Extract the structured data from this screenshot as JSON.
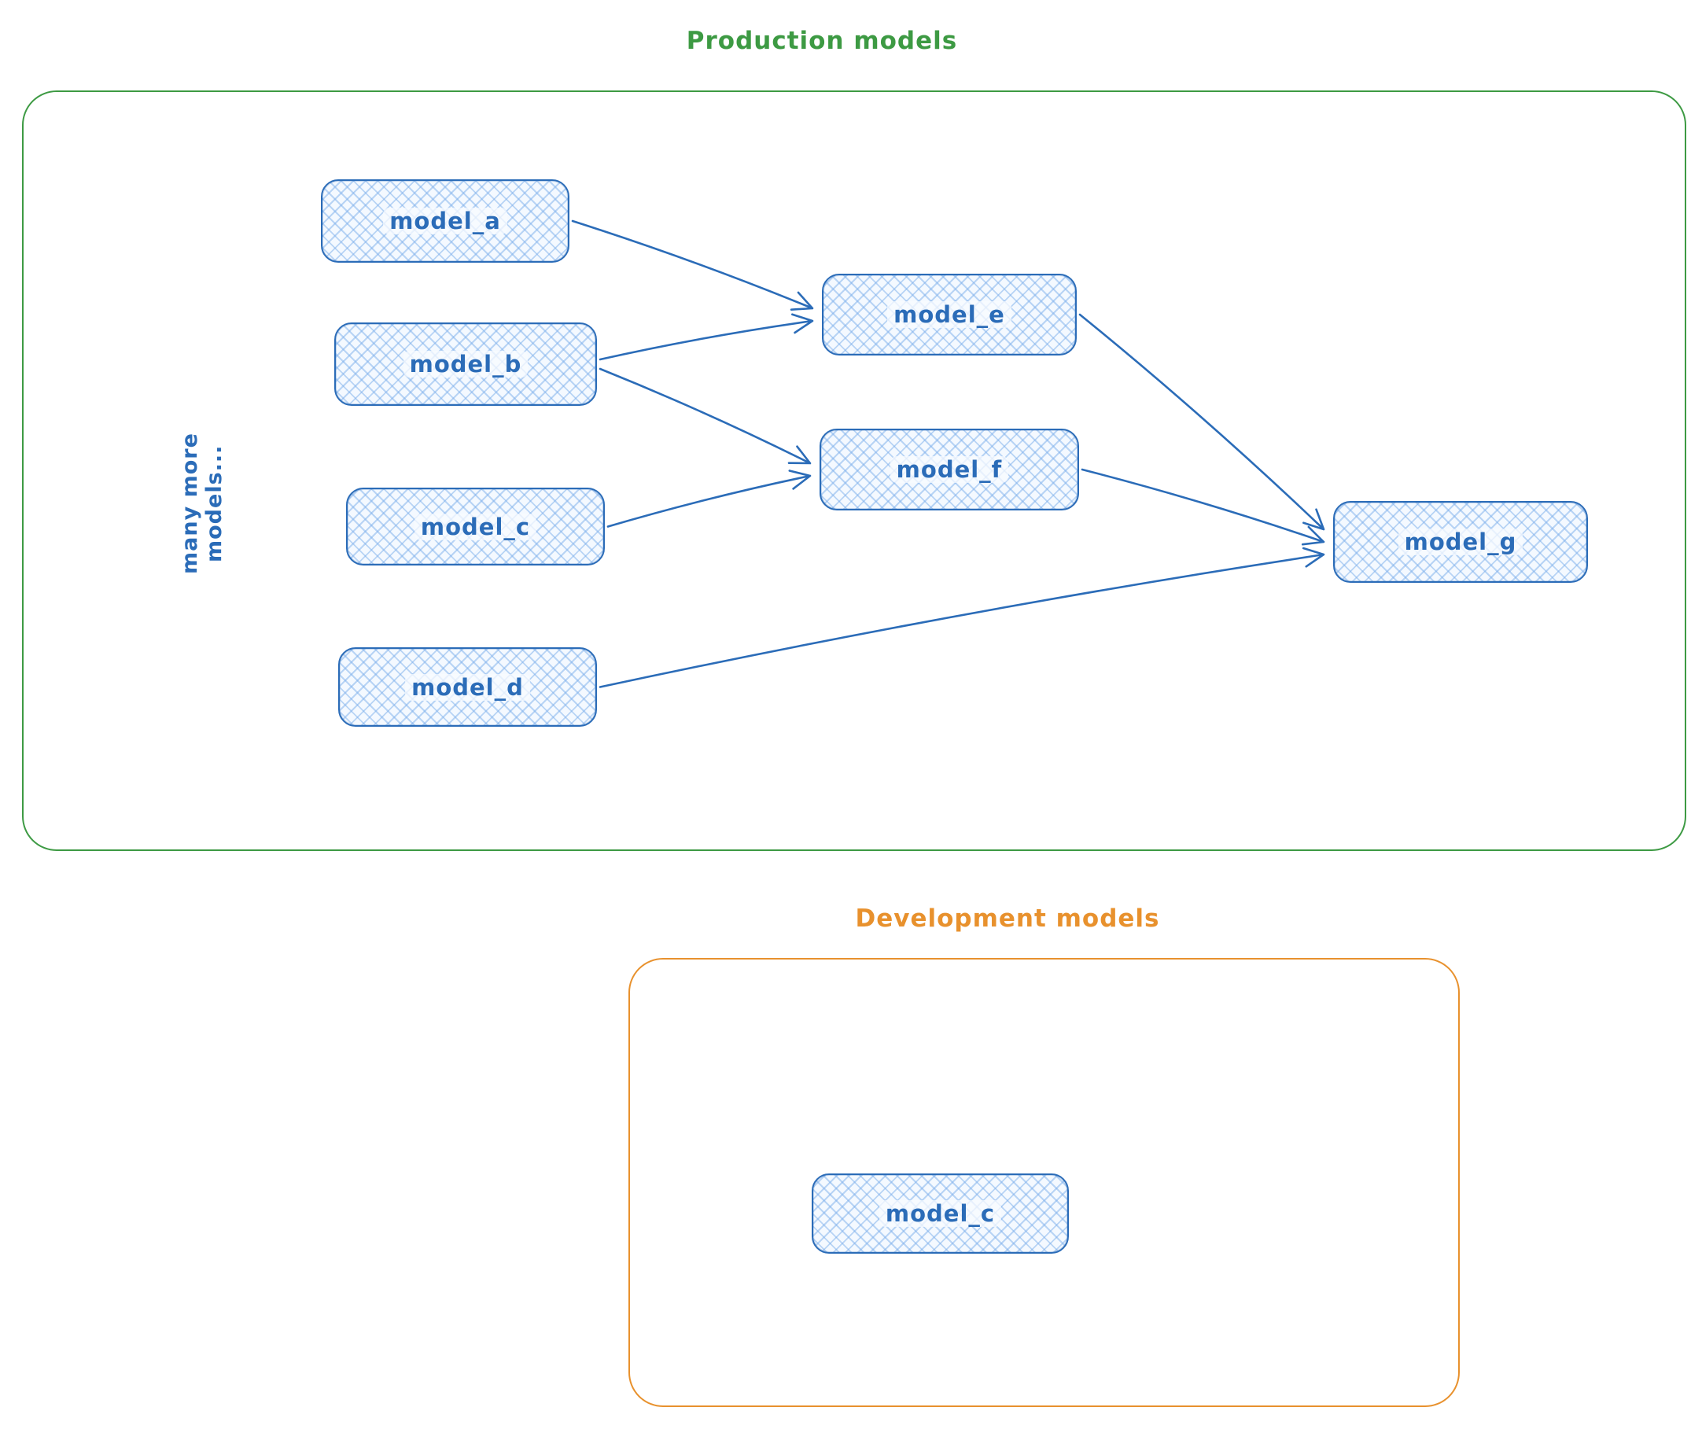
{
  "diagram": {
    "style": {
      "node_stroke_color": "#2b6cb8",
      "node_fill_color": "#eaf2fc",
      "production_accent": "#3d9a43",
      "development_accent": "#e8912d",
      "edge_color": "#2b6cb8"
    },
    "production": {
      "title": "Production models",
      "side_note": "many more models...",
      "nodes": [
        {
          "id": "model_a",
          "label": "model_a"
        },
        {
          "id": "model_b",
          "label": "model_b"
        },
        {
          "id": "model_c",
          "label": "model_c"
        },
        {
          "id": "model_d",
          "label": "model_d"
        },
        {
          "id": "model_e",
          "label": "model_e"
        },
        {
          "id": "model_f",
          "label": "model_f"
        },
        {
          "id": "model_g",
          "label": "model_g"
        }
      ],
      "edges": [
        {
          "from": "model_a",
          "to": "model_e"
        },
        {
          "from": "model_b",
          "to": "model_e"
        },
        {
          "from": "model_b",
          "to": "model_f"
        },
        {
          "from": "model_c",
          "to": "model_f"
        },
        {
          "from": "model_e",
          "to": "model_g"
        },
        {
          "from": "model_f",
          "to": "model_g"
        },
        {
          "from": "model_d",
          "to": "model_g"
        }
      ]
    },
    "development": {
      "title": "Development models",
      "nodes": [
        {
          "id": "dev_model_c",
          "label": "model_c"
        }
      ],
      "edges": []
    }
  }
}
